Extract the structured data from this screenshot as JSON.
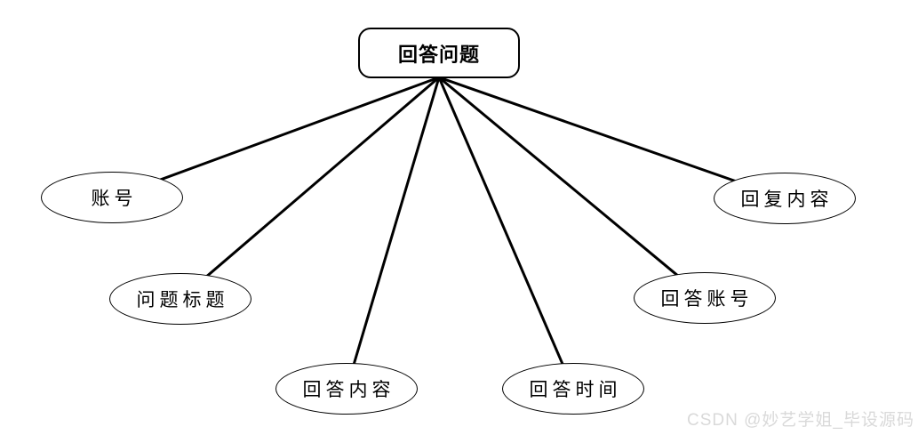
{
  "diagram": {
    "type": "er-attribute-diagram",
    "entity": {
      "label": "回答问题"
    },
    "attributes": [
      {
        "id": "account",
        "label": "账号"
      },
      {
        "id": "question-title",
        "label": "问题标题"
      },
      {
        "id": "answer-content",
        "label": "回答内容"
      },
      {
        "id": "answer-time",
        "label": "回答时间"
      },
      {
        "id": "answer-account",
        "label": "回答账号"
      },
      {
        "id": "reply-content",
        "label": "回复内容"
      }
    ],
    "edges": [
      {
        "from": "回答问题",
        "to": "账号"
      },
      {
        "from": "回答问题",
        "to": "问题标题"
      },
      {
        "from": "回答问题",
        "to": "回答内容"
      },
      {
        "from": "回答问题",
        "to": "回答时间"
      },
      {
        "from": "回答问题",
        "to": "回答账号"
      },
      {
        "from": "回答问题",
        "to": "回复内容"
      }
    ]
  },
  "colors": {
    "background": "#ffffff",
    "line": "#000000",
    "node_border": "#000000",
    "watermark": "#d9d9d9"
  },
  "watermark": {
    "text": "CSDN @妙艺学姐_毕设源码"
  }
}
